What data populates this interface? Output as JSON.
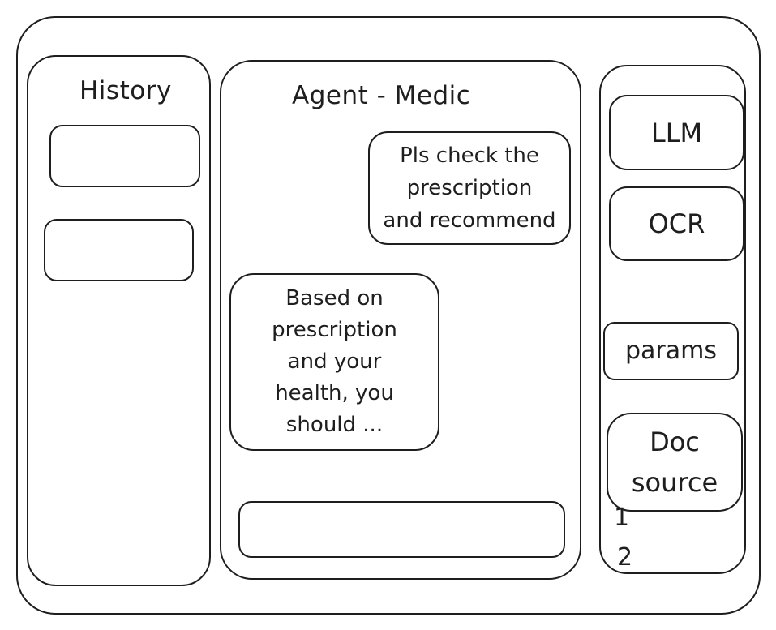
{
  "history": {
    "title": "History",
    "items": [
      "",
      ""
    ]
  },
  "chat": {
    "title": "Agent - Medic",
    "messages": [
      {
        "role": "user",
        "text": "Pls check the\nprescription\nand recommend"
      },
      {
        "role": "agent",
        "text": "Based on\nprescription\nand your\nhealth, you\nshould ..."
      }
    ],
    "input_value": ""
  },
  "settings": {
    "llm_label": "LLM",
    "ocr_label": "OCR",
    "params_label": "params",
    "doc_source_label": "Doc\nsource",
    "sources": [
      "1",
      "2"
    ]
  }
}
